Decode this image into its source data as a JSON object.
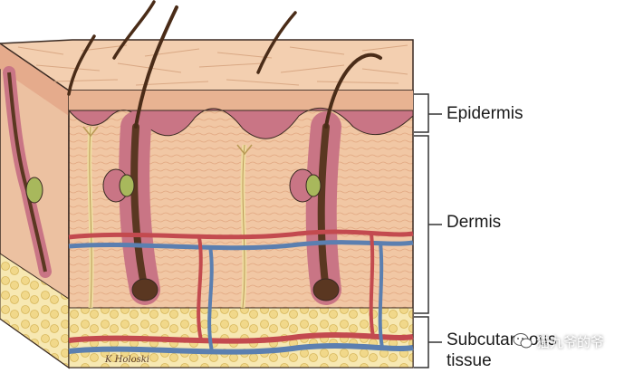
{
  "labels": {
    "epidermis": "Epidermis",
    "dermis": "Dermis",
    "subcutaneous_line1": "Subcutaneous",
    "subcutaneous_line2": "tissue"
  },
  "signature": "K Holoski",
  "watermark": {
    "text": "猫九爷的爷",
    "icon": "wechat-bubble-icon"
  },
  "colors": {
    "epidermis_surface": "#f3cfb0",
    "dermis": "#f1c7a4",
    "follicle": "#c97585",
    "hair": "#5a3721",
    "gland": "#a8b85c",
    "artery": "#c34a4f",
    "vein": "#5b7fb0",
    "nerve": "#efdca0",
    "fat": "#f4e4a8",
    "outline": "#3a2a22"
  }
}
